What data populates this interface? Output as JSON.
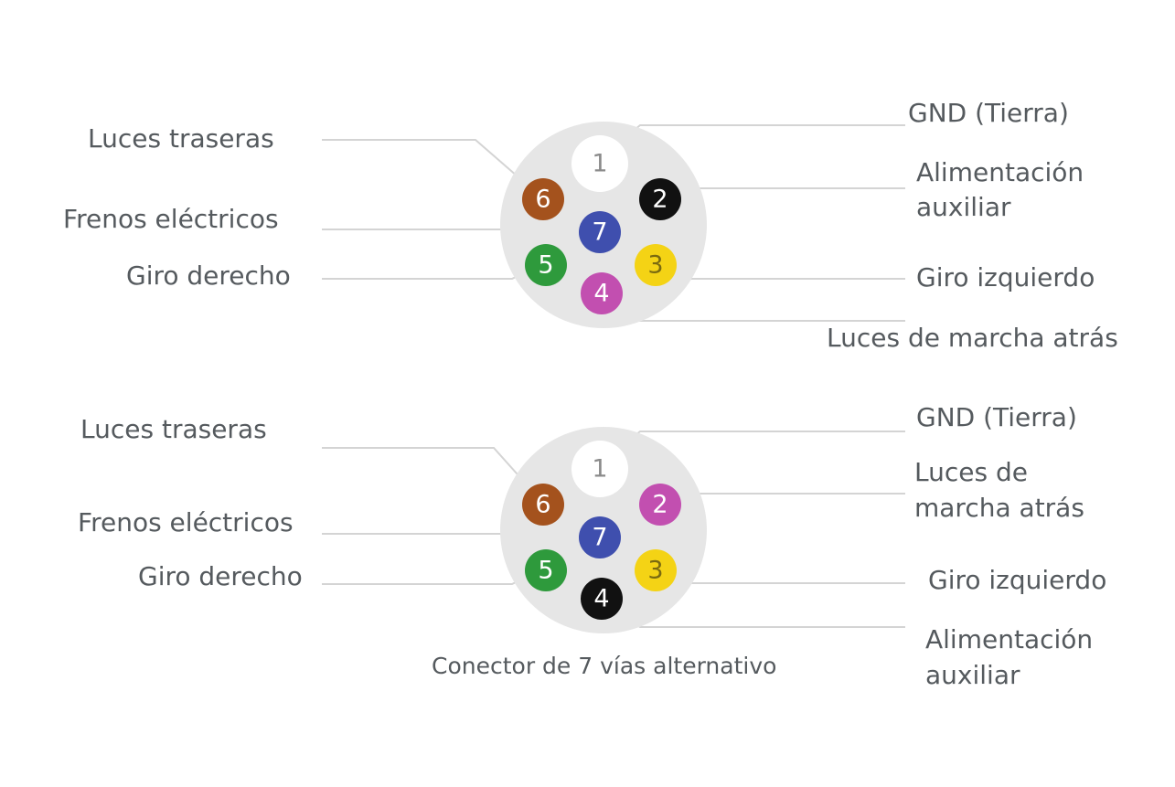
{
  "connectors": [
    {
      "pins": [
        {
          "num": "1",
          "color": "#ffffff",
          "text_color": "#8a8a8a"
        },
        {
          "num": "2",
          "color": "#111111",
          "text_color": "#ffffff"
        },
        {
          "num": "3",
          "color": "#f4d315",
          "text_color": "#7a6a10"
        },
        {
          "num": "4",
          "color": "#c24fb0",
          "text_color": "#ffffff"
        },
        {
          "num": "5",
          "color": "#2e9a3c",
          "text_color": "#ffffff"
        },
        {
          "num": "6",
          "color": "#a4521d",
          "text_color": "#ffffff"
        },
        {
          "num": "7",
          "color": "#3f4fae",
          "text_color": "#ffffff"
        }
      ],
      "labels": {
        "left_1": "Luces traseras",
        "left_2": "Frenos eléctricos",
        "left_3": "Giro derecho",
        "right_1": "GND (Tierra)",
        "right_2_line1": "Alimentación",
        "right_2_line2": "auxiliar",
        "right_3": "Giro izquierdo",
        "right_4": "Luces de marcha atrás"
      }
    },
    {
      "pins": [
        {
          "num": "1",
          "color": "#ffffff",
          "text_color": "#8a8a8a"
        },
        {
          "num": "2",
          "color": "#c24fb0",
          "text_color": "#ffffff"
        },
        {
          "num": "3",
          "color": "#f4d315",
          "text_color": "#7a6a10"
        },
        {
          "num": "4",
          "color": "#111111",
          "text_color": "#ffffff"
        },
        {
          "num": "5",
          "color": "#2e9a3c",
          "text_color": "#ffffff"
        },
        {
          "num": "6",
          "color": "#a4521d",
          "text_color": "#ffffff"
        },
        {
          "num": "7",
          "color": "#3f4fae",
          "text_color": "#ffffff"
        }
      ],
      "labels": {
        "left_1": "Luces traseras",
        "left_2": "Frenos eléctricos",
        "left_3": "Giro derecho",
        "right_1": "GND (Tierra)",
        "right_2_line1": "Luces de",
        "right_2_line2": "marcha atrás",
        "right_3": "Giro izquierdo",
        "right_4_line1": "Alimentación",
        "right_4_line2": "auxiliar"
      },
      "caption": "Conector de 7 vías alternativo"
    }
  ],
  "colors": {
    "body_fill": "#e6e6e6",
    "leader_line": "#d4d4d4",
    "label_text": "#555a5e"
  }
}
